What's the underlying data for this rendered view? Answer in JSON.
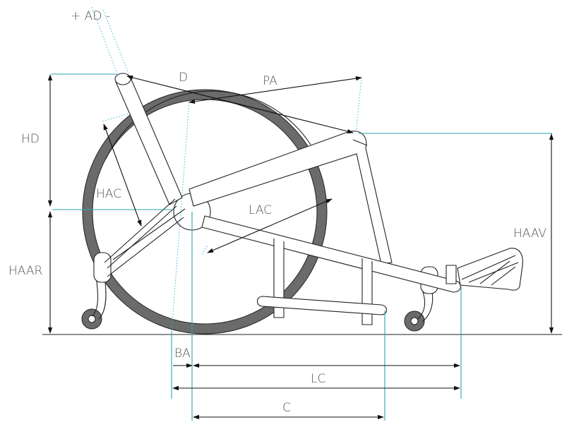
{
  "labels": {
    "ad": "+ AD -",
    "d": "D",
    "pa": "PA",
    "hd": "HD",
    "hac": "HAC",
    "lac": "LAC",
    "haar": "HAAR",
    "haav": "HAAV",
    "ba": "BA",
    "lc": "LC",
    "c": "C"
  },
  "colors": {
    "tire": "#6a6a6a",
    "frame": "#222222",
    "guide": "#2aa7b3"
  }
}
